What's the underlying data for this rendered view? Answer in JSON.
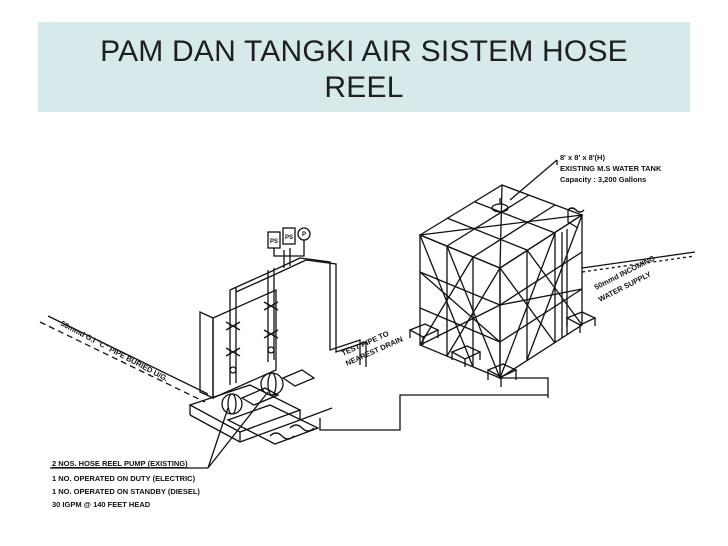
{
  "slide": {
    "title_line1": "PAM DAN TANGKI AIR SISTEM HOSE",
    "title_line2": "REEL"
  },
  "drawing": {
    "tank_spec_line1": "8' x 8' x 8'(H)",
    "tank_spec_line2": "EXISTING M.S WATER TANK",
    "tank_spec_line3": "Capacity : 3,200 Gallons",
    "incoming_line1": "50mmd INCOMING",
    "incoming_line2": "WATER SUPPLY",
    "test_pipe_line1": "TEST PIPE TO",
    "test_pipe_line2": "NEAREST DRAIN",
    "gi_pipe": "50mmd G.I \"C\" PIPE BURIED U/G.",
    "pump_title": "2 NOS. HOSE REEL PUMP (EXISTING)",
    "pump_line1": "1 NO. OPERATED ON DUTY (ELECTRIC)",
    "pump_line2": "1 NO. OPERATED ON STANDBY (DIESEL)",
    "pump_line3": "30 IGPM @ 140 FEET HEAD",
    "gauge_label_1": "PS",
    "gauge_label_2": "PS",
    "gauge_label_3": "P"
  }
}
